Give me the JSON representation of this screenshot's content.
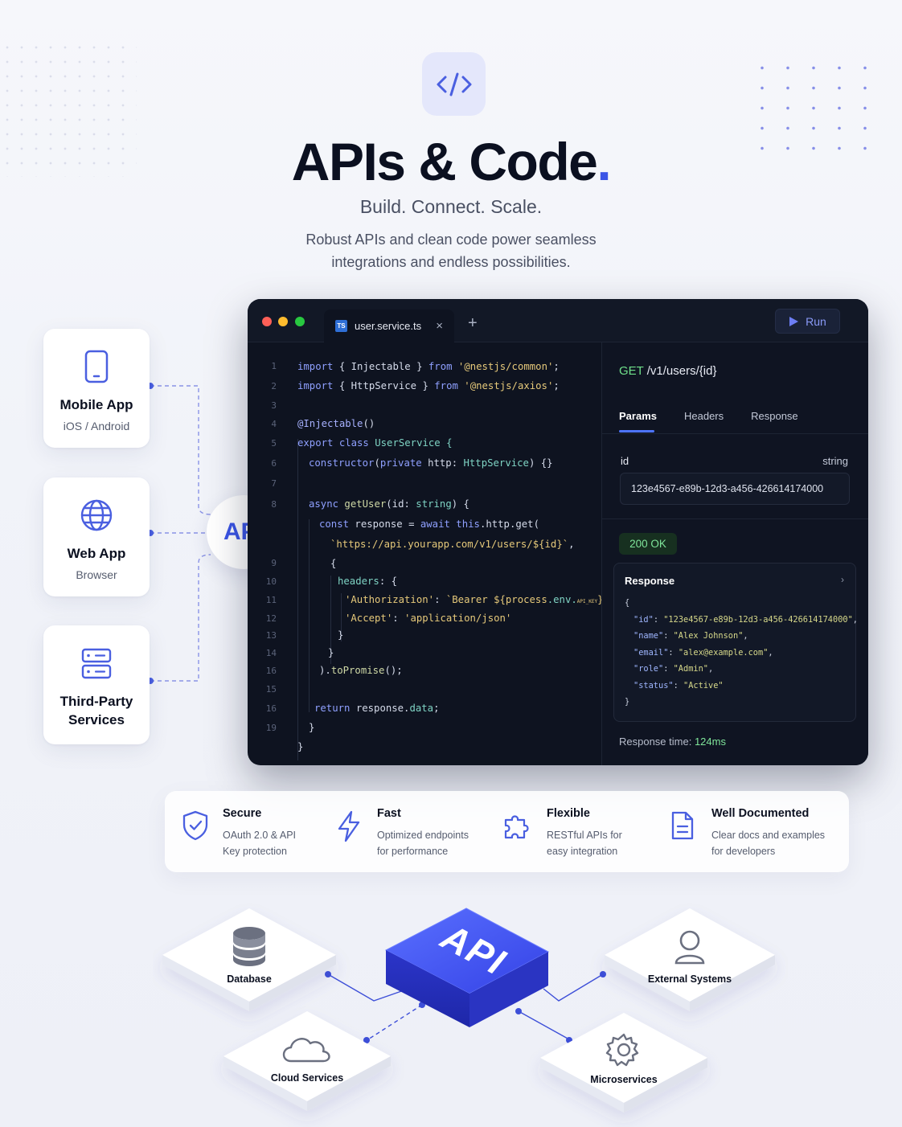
{
  "header": {
    "title": "APIs & Code",
    "title_dot": ".",
    "tagline": "Build. Connect. Scale.",
    "description_line1": "Robust APIs and clean code power seamless",
    "description_line2": "integrations and endless possibilities.",
    "logo_icon": "code-brackets-icon"
  },
  "clients": [
    {
      "title": "Mobile App",
      "subtitle": "iOS / Android",
      "icon": "mobile-phone-icon"
    },
    {
      "title": "Web App",
      "subtitle": "Browser",
      "icon": "globe-icon"
    },
    {
      "title_line1": "Third-Party",
      "title_line2": "Services",
      "icon": "server-icon"
    }
  ],
  "hub_label": "API",
  "editor": {
    "tab_badge": "TS",
    "tab_name": "user.service.ts",
    "close": "×",
    "add": "+",
    "run_label": "Run",
    "line_numbers": [
      "1",
      "2",
      "3",
      "4",
      "5",
      "6",
      "7",
      "8",
      "9",
      "10",
      "11",
      "12",
      "13",
      "14",
      "16",
      "15",
      "16",
      "19"
    ],
    "code_lines": [
      {
        "l1": "import",
        "l2": " { Injectable } ",
        "l3": "from",
        "l4": " '@nestjs/common'",
        "l5": ";"
      },
      {
        "l1": "import",
        "l2": " { HttpService } ",
        "l3": "from",
        "l4": " '@nestjs/axios'",
        "l5": ";"
      },
      {
        "a": "@Injectable",
        "b": "()"
      },
      {
        "a": "export class",
        "b": " UserService {"
      },
      {
        "a": "constructor",
        "b": "(",
        "c": "private",
        "d": " http: ",
        "e": "HttpService",
        "f": ") {}"
      },
      {
        "a": "async",
        "b": " getUser",
        "c": "(id: ",
        "d": "string",
        "e": ") {"
      },
      {
        "a": "const",
        "b": " response = ",
        "c": "await",
        "d": " this",
        "e": ".http.get("
      },
      {
        "a": "`https://api.yourapp.com/v1/users/${id}`",
        "b": ","
      },
      {
        "a": "{"
      },
      {
        "a": "headers",
        "b": ": {"
      },
      {
        "a": "'Authorization'",
        "b": ": ",
        "c": "`Bearer ${process",
        "d": ".env.",
        "e": "API_KEY",
        "f": "}`",
        "g": ","
      },
      {
        "a": "'Accept'",
        "b": ": ",
        "c": "'application/json'"
      },
      {
        "a": "}"
      },
      {
        "a": "}"
      },
      {
        "a": ").",
        "b": "toPromise",
        "c": "();"
      },
      {
        "a": "return",
        "b": " response.",
        "c": "data",
        "d": ";"
      },
      {
        "a": "}"
      },
      {
        "a": "}"
      }
    ]
  },
  "panel": {
    "method": "GET",
    "path": "/v1/users/{id}",
    "tabs": [
      "Params",
      "Headers",
      "Response"
    ],
    "param_name": "id",
    "param_type": "string",
    "param_value": "123e4567-e89b-12d3-a456-426614174000",
    "status": "200 OK",
    "response_title": "Response",
    "chevron": "›",
    "json_open": "{",
    "json_close": "}",
    "json": [
      {
        "k": "\"id\"",
        "v": "\"123e4567-e89b-12d3-a456-426614174000\"",
        "c": ","
      },
      {
        "k": "\"name\"",
        "v": "\"Alex Johnson\"",
        "c": ","
      },
      {
        "k": "\"email\"",
        "v": "\"alex@example.com\"",
        "c": ","
      },
      {
        "k": "\"role\"",
        "v": "\"Admin\"",
        "c": ","
      },
      {
        "k": "\"status\"",
        "v": "\"Active\"",
        "c": ""
      }
    ],
    "response_time_label": "Response time: ",
    "response_time_value": "124ms"
  },
  "features": [
    {
      "title": "Secure",
      "line1": "OAuth 2.0 & API",
      "line2": "Key protection",
      "icon": "shield-check-icon"
    },
    {
      "title": "Fast",
      "line1": "Optimized endpoints",
      "line2": "for performance",
      "icon": "lightning-icon"
    },
    {
      "title": "Flexible",
      "line1": "RESTful APIs for",
      "line2": "easy integration",
      "icon": "puzzle-icon"
    },
    {
      "title": "Well Documented",
      "line1": "Clear docs and examples",
      "line2": "for developers",
      "icon": "document-icon"
    }
  ],
  "diagram": {
    "center": "API",
    "nodes": [
      "Database",
      "External Systems",
      "Cloud Services",
      "Microservices"
    ]
  },
  "colors": {
    "accent": "#3b55e6",
    "editor_bg": "#0e1320",
    "success": "#7fe59a"
  }
}
